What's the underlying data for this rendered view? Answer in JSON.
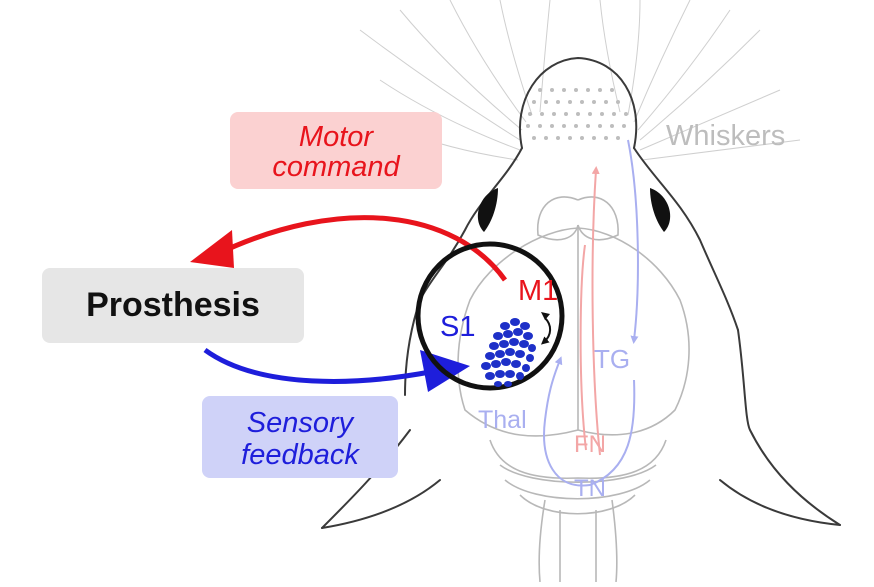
{
  "labels": {
    "motor_command": [
      "Motor",
      "command"
    ],
    "sensory_feedback": [
      "Sensory",
      "feedback"
    ],
    "prosthesis": "Prosthesis",
    "whiskers": "Whiskers",
    "m1": "M1",
    "s1": "S1",
    "tg": "TG",
    "thal": "Thal",
    "fn": "FN",
    "tn": "TN"
  },
  "colors": {
    "motor": "#e8141c",
    "motor_box": "#fbd1d1",
    "sensory": "#1e1edb",
    "sensory_box": "#cfd2f8",
    "prosthesis_box": "#e6e6e6",
    "whiskers": "#bdbdbd",
    "outline": "#3a3a3a",
    "faint_outline": "#b8b8b8",
    "pathway_motor": "#f3a6a6",
    "pathway_sensory": "#a9aff0"
  },
  "icons": {
    "loop_arrows": "curved-arrows-icon",
    "barrels": "barrel-field-icon"
  }
}
